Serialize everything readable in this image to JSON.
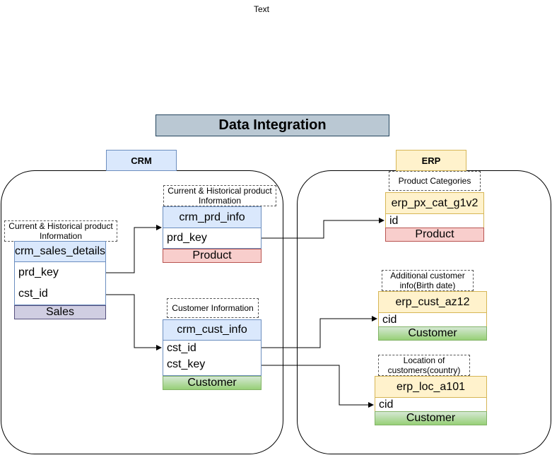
{
  "top_text": "Text",
  "title": "Data Integration",
  "regions": {
    "crm_label": "CRM",
    "erp_label": "ERP"
  },
  "notes": {
    "sales_details": "Current & Historical product Information",
    "prd_info": "Current & Historical product Information",
    "cust_info": "Customer Information",
    "px_cat": "Product Categories",
    "cust_az12": "Additional customer info(Birth date)",
    "loc_a101": "Location of customers(country)"
  },
  "tables": {
    "crm_sales_details": {
      "name": "crm_sales_details",
      "fields": [
        "prd_key",
        "cst_id"
      ],
      "tag": "Sales"
    },
    "crm_prd_info": {
      "name": "crm_prd_info",
      "fields": [
        "prd_key"
      ],
      "tag": "Product"
    },
    "crm_cust_info": {
      "name": "crm_cust_info",
      "fields": [
        "cst_id",
        "cst_key"
      ],
      "tag": "Customer"
    },
    "erp_px_cat_g1v2": {
      "name": "erp_px_cat_g1v2",
      "fields": [
        "id"
      ],
      "tag": "Product"
    },
    "erp_cust_az12": {
      "name": "erp_cust_az12",
      "fields": [
        "cid"
      ],
      "tag": "Customer"
    },
    "erp_loc_a101": {
      "name": "erp_loc_a101",
      "fields": [
        "cid"
      ],
      "tag": "Customer"
    }
  },
  "colors": {
    "title_fill": "#bac8d3",
    "crm_fill": "#dae8fc",
    "erp_fill": "#fff2cc",
    "product_tag": "#f8cecc",
    "customer_tag": "#97d077",
    "sales_tag": "#d0cee2"
  }
}
